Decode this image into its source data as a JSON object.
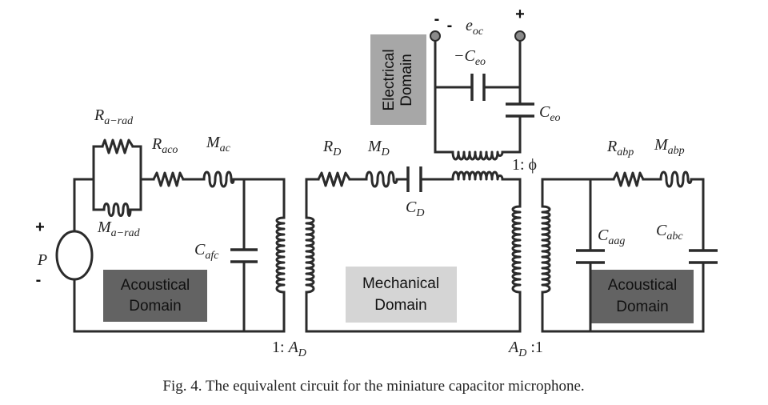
{
  "figure": {
    "caption": "Fig. 4.  The equivalent circuit for the miniature capacitor microphone."
  },
  "domains": {
    "acoustical_left": [
      "Acoustical",
      "Domain"
    ],
    "mechanical": [
      "Mechanical",
      "Domain"
    ],
    "acoustical_right": [
      "Acoustical",
      "Domain"
    ],
    "electrical": [
      "Electrical",
      "Domain"
    ]
  },
  "labels": {
    "r_a_rad": "R_a-rad",
    "m_a_rad": "M_a-rad",
    "r_aco": "R_aco",
    "m_ac": "M_ac",
    "c_afc": "C_afc",
    "source": "P",
    "r_d": "R_D",
    "m_d": "M_D",
    "c_d": "C_D",
    "c_eo_neg": "–C_eo",
    "c_eo": "C_eo",
    "e_oc": "e_oc",
    "r_abp": "R_abp",
    "m_abp": "M_abp",
    "c_aag": "C_aag",
    "c_abc": "C_abc",
    "ratio_left": "1: A_D",
    "ratio_right": "A_D :1",
    "ratio_phi": "1: ϕ"
  },
  "signs": {
    "source_plus": "+",
    "source_minus": "-",
    "terminal_minus": "-",
    "terminal_plus": "+"
  },
  "colors": {
    "dark_box": "#636363",
    "light_box": "#d5d5d5",
    "electrical_box": "#a7a7a7"
  }
}
